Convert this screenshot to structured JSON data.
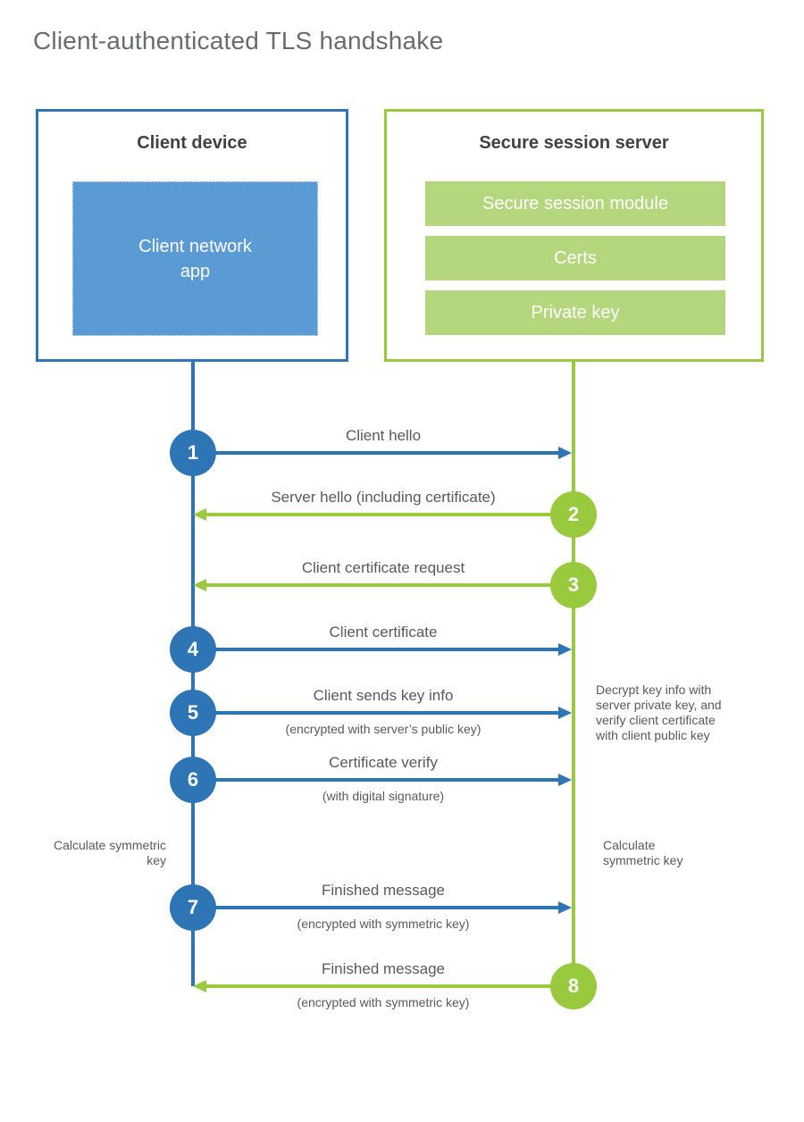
{
  "title": "Client-authenticated TLS handshake",
  "client": {
    "title": "Client device",
    "app_label": "Client network app"
  },
  "server": {
    "title": "Secure session server",
    "modules": [
      "Secure session module",
      "Certs",
      "Private key"
    ]
  },
  "steps": [
    {
      "number": "1",
      "from": "client",
      "to": "server",
      "label": "Client hello",
      "sublabel": ""
    },
    {
      "number": "2",
      "from": "server",
      "to": "client",
      "label": "Server hello (including certificate)",
      "sublabel": ""
    },
    {
      "number": "3",
      "from": "server",
      "to": "client",
      "label": "Client certificate request",
      "sublabel": ""
    },
    {
      "number": "4",
      "from": "client",
      "to": "server",
      "label": "Client certificate",
      "sublabel": ""
    },
    {
      "number": "5",
      "from": "client",
      "to": "server",
      "label": "Client sends key info",
      "sublabel": "(encrypted with server’s public key)"
    },
    {
      "number": "6",
      "from": "client",
      "to": "server",
      "label": "Certificate verify",
      "sublabel": "(with digital signature)"
    },
    {
      "number": "7",
      "from": "client",
      "to": "server",
      "label": "Finished message",
      "sublabel": "(encrypted with symmetric key)"
    },
    {
      "number": "8",
      "from": "server",
      "to": "client",
      "label": "Finished message",
      "sublabel": "(encrypted with symmetric key)"
    }
  ],
  "notes": {
    "decrypt_note": "Decrypt key info with server private key, and verify client certificate with client public key",
    "calc_left": "Calculate symmetric key",
    "calc_right": "Calculate symmetric key"
  },
  "palette": {
    "blue": "#2e75b6",
    "blue_light": "#5b9bd5",
    "green": "#99ca3e",
    "green_light": "#b4d77e",
    "text_dark": "#414042",
    "text_gray": "#58595b",
    "title_gray": "#6a6b6d"
  }
}
